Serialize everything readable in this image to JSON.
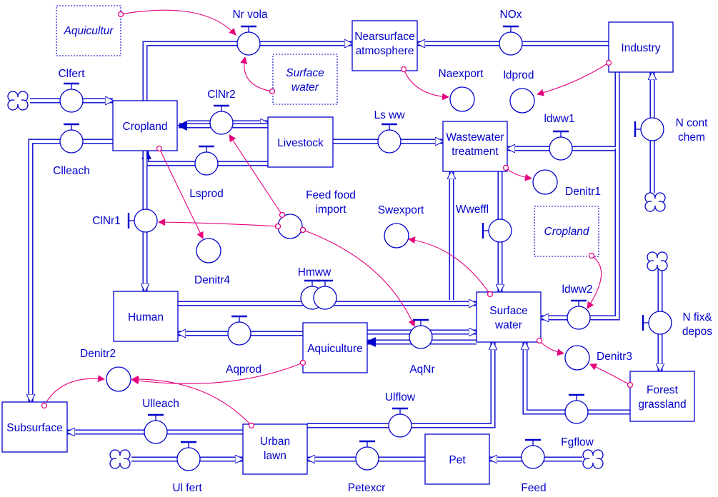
{
  "stocks": [
    {
      "id": "cropland",
      "label": [
        "Cropland"
      ]
    },
    {
      "id": "livestock",
      "label": [
        "Livestock"
      ]
    },
    {
      "id": "human",
      "label": [
        "Human"
      ]
    },
    {
      "id": "aquiculture",
      "label": [
        "Aquiculture"
      ]
    },
    {
      "id": "surface-water",
      "label": [
        "Surface",
        "water"
      ]
    },
    {
      "id": "nearsurface-atmosphere",
      "label": [
        "Nearsurface",
        "atmosphere"
      ]
    },
    {
      "id": "industry",
      "label": [
        "Industry"
      ]
    },
    {
      "id": "wastewater-treatment",
      "label": [
        "Wastewater",
        "treatment"
      ]
    },
    {
      "id": "subsurface",
      "label": [
        "Subsurface"
      ]
    },
    {
      "id": "urban-lawn",
      "label": [
        "Urban",
        "lawn"
      ]
    },
    {
      "id": "pet",
      "label": [
        "Pet"
      ]
    },
    {
      "id": "forest-grassland",
      "label": [
        "Forest",
        "grassland"
      ]
    }
  ],
  "ghosts": [
    {
      "id": "aquicultur-ghost",
      "label": [
        "Aquicultur"
      ]
    },
    {
      "id": "surface-water-ghost",
      "label": [
        "Surface",
        "water"
      ]
    },
    {
      "id": "cropland-ghost",
      "label": [
        "Cropland"
      ]
    }
  ],
  "flows": [
    {
      "id": "nr-vola",
      "label": [
        "Nr vola"
      ]
    },
    {
      "id": "nox",
      "label": [
        "NOx"
      ]
    },
    {
      "id": "clfert",
      "label": [
        "Clfert"
      ]
    },
    {
      "id": "clleach",
      "label": [
        "Clleach"
      ]
    },
    {
      "id": "clnr2",
      "label": [
        "ClNr2"
      ]
    },
    {
      "id": "lsprod",
      "label": [
        "Lsprod"
      ]
    },
    {
      "id": "ls-ww",
      "label": [
        "Ls ww"
      ]
    },
    {
      "id": "ldww1",
      "label": [
        "ldww1"
      ]
    },
    {
      "id": "n-cont-chem",
      "label": [
        "N cont",
        "chem"
      ]
    },
    {
      "id": "clnr1",
      "label": [
        "ClNr1"
      ]
    },
    {
      "id": "wweffl",
      "label": [
        "Wweffl"
      ]
    },
    {
      "id": "hmww",
      "label": [
        "Hmww"
      ]
    },
    {
      "id": "ldww2",
      "label": [
        "ldww2"
      ]
    },
    {
      "id": "aqprod",
      "label": [
        "Aqprod"
      ]
    },
    {
      "id": "aqnr",
      "label": [
        "AqNr"
      ]
    },
    {
      "id": "n-fix-depos",
      "label": [
        "N fix&",
        "depos"
      ]
    },
    {
      "id": "ulleach",
      "label": [
        "Ulleach"
      ]
    },
    {
      "id": "ulflow",
      "label": [
        "Ulflow"
      ]
    },
    {
      "id": "ul-fert",
      "label": [
        "Ul fert"
      ]
    },
    {
      "id": "petexcr",
      "label": [
        "Petexcr"
      ]
    },
    {
      "id": "feed",
      "label": [
        "Feed"
      ]
    },
    {
      "id": "fgflow",
      "label": [
        "Fgflow"
      ]
    },
    {
      "id": "forest-outflow",
      "label": []
    }
  ],
  "converters": [
    {
      "id": "naexport",
      "label": [
        "Naexport"
      ]
    },
    {
      "id": "ldprod",
      "label": [
        "ldprod"
      ]
    },
    {
      "id": "feed-food-import",
      "label": [
        "Feed food",
        "import"
      ]
    },
    {
      "id": "swexport",
      "label": [
        "Swexport"
      ]
    },
    {
      "id": "denitr1",
      "label": [
        "Denitr1"
      ]
    },
    {
      "id": "denitr4",
      "label": [
        "Denitr4"
      ]
    },
    {
      "id": "denitr2",
      "label": [
        "Denitr2"
      ]
    },
    {
      "id": "denitr3",
      "label": [
        "Denitr3"
      ]
    }
  ],
  "colors": {
    "structure": "#0000cc",
    "connector": "#e6007e",
    "background": "#ffffff"
  }
}
